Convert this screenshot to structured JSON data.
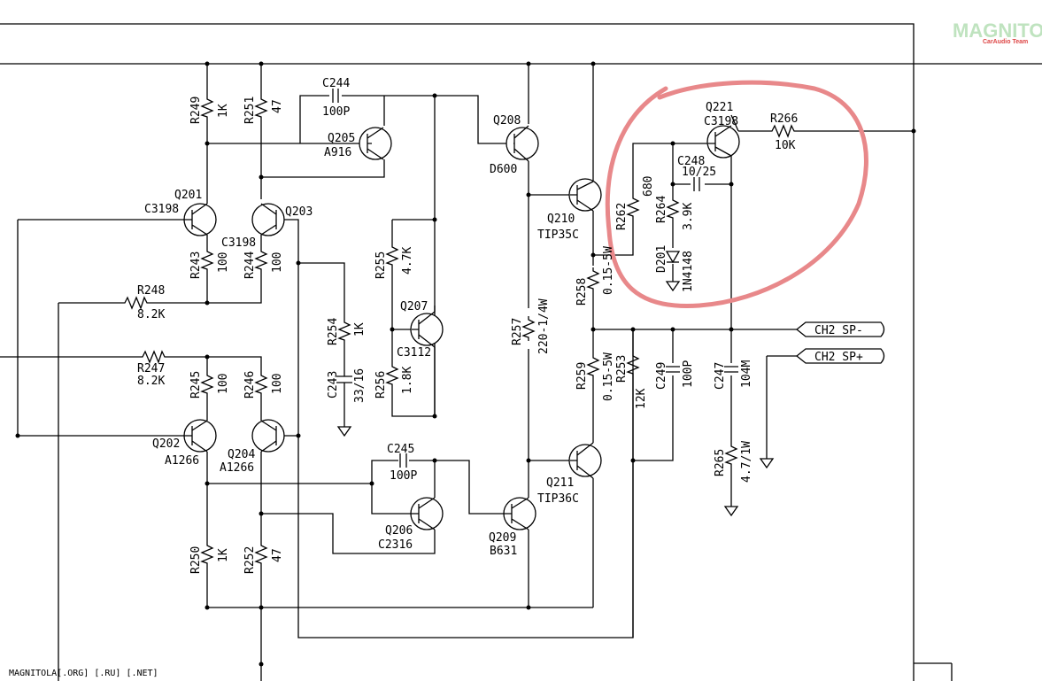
{
  "logo": {
    "brand": "MAGNITOLA",
    "tagline": "CarAudio Team"
  },
  "watermark": "MAGNITOLA[.ORG] [.RU] [.NET]",
  "components": {
    "R249": {
      "ref": "R249",
      "value": "1K"
    },
    "R251": {
      "ref": "R251",
      "value": "47"
    },
    "C244": {
      "ref": "C244",
      "value": "100P"
    },
    "Q205": {
      "ref": "Q205",
      "value": "A916"
    },
    "Q208": {
      "ref": "Q208",
      "value": "D600"
    },
    "Q201": {
      "ref": "Q201",
      "value": "C3198"
    },
    "Q203": {
      "ref": "Q203",
      "value": "C3198"
    },
    "R243": {
      "ref": "R243",
      "value": "100"
    },
    "R244": {
      "ref": "R244",
      "value": "100"
    },
    "R248": {
      "ref": "R248",
      "value": "8.2K"
    },
    "R255": {
      "ref": "R255",
      "value": "4.7K"
    },
    "Q207": {
      "ref": "Q207",
      "value": "C3112"
    },
    "R254": {
      "ref": "R254",
      "value": "1K"
    },
    "C243": {
      "ref": "C243",
      "value": "33/16"
    },
    "R256": {
      "ref": "R256",
      "value": "1.8K"
    },
    "R247": {
      "ref": "R247",
      "value": "8.2K"
    },
    "R245": {
      "ref": "R245",
      "value": "100"
    },
    "R246": {
      "ref": "R246",
      "value": "100"
    },
    "Q202": {
      "ref": "Q202",
      "value": "A1266"
    },
    "Q204": {
      "ref": "Q204",
      "value": "A1266"
    },
    "C245": {
      "ref": "C245",
      "value": "100P"
    },
    "Q206": {
      "ref": "Q206",
      "value": "C2316"
    },
    "Q209": {
      "ref": "Q209",
      "value": "B631"
    },
    "R250": {
      "ref": "R250",
      "value": "1K"
    },
    "R252": {
      "ref": "R252",
      "value": "47"
    },
    "Q210": {
      "ref": "Q210",
      "value": "TIP35C"
    },
    "Q211": {
      "ref": "Q211",
      "value": "TIP36C"
    },
    "R257": {
      "ref": "R257",
      "value": "220-1/4W"
    },
    "R258": {
      "ref": "R258",
      "value": "0.15-5W"
    },
    "R259": {
      "ref": "R259",
      "value": "0.15-5W"
    },
    "R253": {
      "ref": "R253",
      "value": "12K"
    },
    "C249": {
      "ref": "C249",
      "value": "100P"
    },
    "C247": {
      "ref": "C247",
      "value": "104M"
    },
    "R265": {
      "ref": "R265",
      "value": "4.7/1W"
    },
    "Q221": {
      "ref": "Q221",
      "value": "C3198"
    },
    "R266": {
      "ref": "R266",
      "value": "10K"
    },
    "C248": {
      "ref": "C248",
      "value": "10/25"
    },
    "R262": {
      "ref": "R262",
      "value": "680"
    },
    "R264": {
      "ref": "R264",
      "value": "3.9K"
    },
    "D201": {
      "ref": "D201",
      "value": "1N4148"
    }
  },
  "connectors": {
    "sp_minus": "CH2 SP-",
    "sp_plus": "CH2 SP+"
  }
}
